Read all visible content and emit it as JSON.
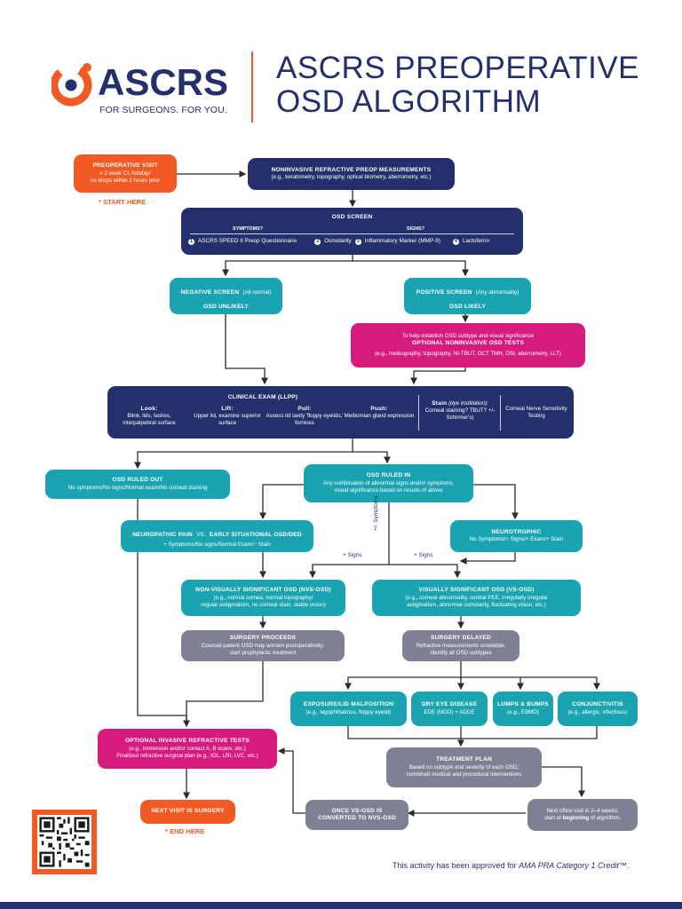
{
  "header": {
    "logo_word": "ASCRS",
    "logo_tagline": "FOR SURGEONS. FOR YOU.",
    "title_line1": "ASCRS PREOPERATIVE",
    "title_line2": "OSD ALGORITHM"
  },
  "colors": {
    "navy": "#24306b",
    "teal": "#1aa3b0",
    "gray": "#7d8193",
    "orange": "#f25a23",
    "magenta": "#d61b7e"
  },
  "nodes": {
    "preop_visit": {
      "title": "PREOPERATIVE VISIT",
      "line1": "≥ 2 week CL holiday/",
      "line2": "no drops within 2 hours prior"
    },
    "start_here": "* START HERE",
    "noninvasive": {
      "title": "NONINVASIVE REFRACTIVE PREOP MEASUREMENTS",
      "line1": "(e.g., keratometry, topography, optical biometry, aberrometry, etc.)"
    },
    "osd_screen": {
      "title": "OSD SCREEN",
      "symptoms_label": "SYMPTOMS?",
      "signs_label": "SIGNS?",
      "item1_num": "1",
      "item1": "ASCRS SPEED II Preop Questionnaire",
      "item2_num": "2",
      "item2": "Osmolarity",
      "item3_num": "3",
      "item3": "Inflammatory Marker (MMP-9)",
      "item4_num": "4",
      "item4": "Lactoferrin"
    },
    "negative_screen": {
      "title": "NEGATIVE SCREEN",
      "note": "(All normal)",
      "result": "OSD UNLIKELY"
    },
    "positive_screen": {
      "title": "POSITIVE SCREEN",
      "note": "(Any abnormality)",
      "result": "OSD LIKELY"
    },
    "optional_noninvasive": {
      "line0": "To help establish OSD subtype and visual significance",
      "title": "OPTIONAL NONINVASIVE OSD TESTS",
      "line1": "(e.g., meibography, topography, NI-TBUT, OCT TMH, OSI, aberrometry, LLT)"
    },
    "clinical_exam": {
      "title": "CLINICAL EXAM (LLPP)",
      "look_title": "Look:",
      "look_text": "Blink, lids, lashes, interpalpebral surface",
      "lift_title": "Lift:",
      "lift_text": "Upper lid, examine superior surface",
      "pull_title": "Pull:",
      "pull_text": "Assess lid laxity 'floppy eyelids,' fornices",
      "push_title": "Push:",
      "push_text": "Meibomian gland expression",
      "stain_title": "Stain",
      "stain_note": "(dye instillation):",
      "stain_text": "Corneal staining? TBUT? +/-Schirmer's)",
      "nerve_text": "Corneal Nerve Sensitivity Testing"
    },
    "osd_ruled_out": {
      "title": "OSD RULED OUT",
      "line1": "No symptoms/No signs/Normal exam/No corneal staining"
    },
    "osd_ruled_in": {
      "title": "OSD RULED IN",
      "line1": "Any combination of abnormal signs and/or symptoms;",
      "line2": "visual significance based on results of above"
    },
    "neuropathic": {
      "title": "NEUROPATHIC PAIN",
      "vs": "VS.",
      "title2": "EARLY SITUATIONAL OSD/DED",
      "line1": "+ Symptoms/No signs/Normal Exam/− Stain"
    },
    "neurotrophic": {
      "title": "NEUROTROPHIC",
      "line1": "No Symptoms/+ Signs/+ Exam/+ Stain"
    },
    "labels": {
      "plus_minus_symptoms": "+/- Symptoms",
      "signs_left": "+ Signs",
      "signs_right": "+ Signs"
    },
    "nvs_osd": {
      "title": "NON-VISUALLY SIGNIFICANT OSD (NVS-OSD)",
      "line1": "(e.g., normal cornea, normal topography/",
      "line2": "regular astigmatism, no corneal stain, stable vision)"
    },
    "vs_osd": {
      "title": "VISUALLY SIGNIFICANT OSD (VS-OSD)",
      "line1": "(e.g., corneal abnormality, central PEE, irregularly irregular",
      "line2": "astigmatism, abnormal osmolarity, fluctuating vision, etc.)"
    },
    "surgery_proceeds": {
      "title": "SURGERY PROCEEDS",
      "line1": "Counsel patient OSD may worsen postoperatively;",
      "line2": "start prophylactic treatment"
    },
    "surgery_delayed": {
      "title": "SURGERY DELAYED",
      "line1": "Refractive measurements unreliable;",
      "line2": "identify all OSD subtypes"
    },
    "exposure": {
      "title": "EXPOSURE/LID MALPOSITION",
      "line1": "(e.g., lagophthalmos, floppy eyelid)"
    },
    "dry_eye": {
      "title": "DRY EYE DISEASE",
      "line1": "EDE (MGD) + ADDE"
    },
    "lumps": {
      "title": "LUMPS & BUMPS",
      "line1": "(e.g., EBMD)"
    },
    "conjunctivitis": {
      "title": "CONJUNCTIVITIS",
      "line1": "(e.g., allergic, infectious)"
    },
    "optional_invasive": {
      "title": "OPTIONAL INVASIVE REFRACTIVE TESTS",
      "line1": "(e.g., immersion and/or contact A, B scans, etc.)",
      "line2": "Finalized refractive surgical plan (e.g., IOL, LRI, LVC, etc.)"
    },
    "treatment_plan": {
      "title": "TREATMENT PLAN",
      "line1": "Based on subtype and severity of each OSD;",
      "line2": "combined medical and procedural interventions"
    },
    "next_visit_surgery": {
      "title": "NEXT VISIT IS SURGERY"
    },
    "end_here": "* END HERE",
    "converted": {
      "title": "ONCE VS-OSD IS",
      "title2": "CONVERTED TO NVS-OSD"
    },
    "next_office": {
      "line1": "Next office visit in 2–4 weeks;",
      "line2_a": "start at ",
      "line2_b": "beginning",
      "line2_c": " of algorithm."
    }
  },
  "footer": {
    "approval_prefix": "This activity has been approved for ",
    "approval_italic": "AMA PRA Category 1 Credit",
    "approval_suffix": "™."
  }
}
